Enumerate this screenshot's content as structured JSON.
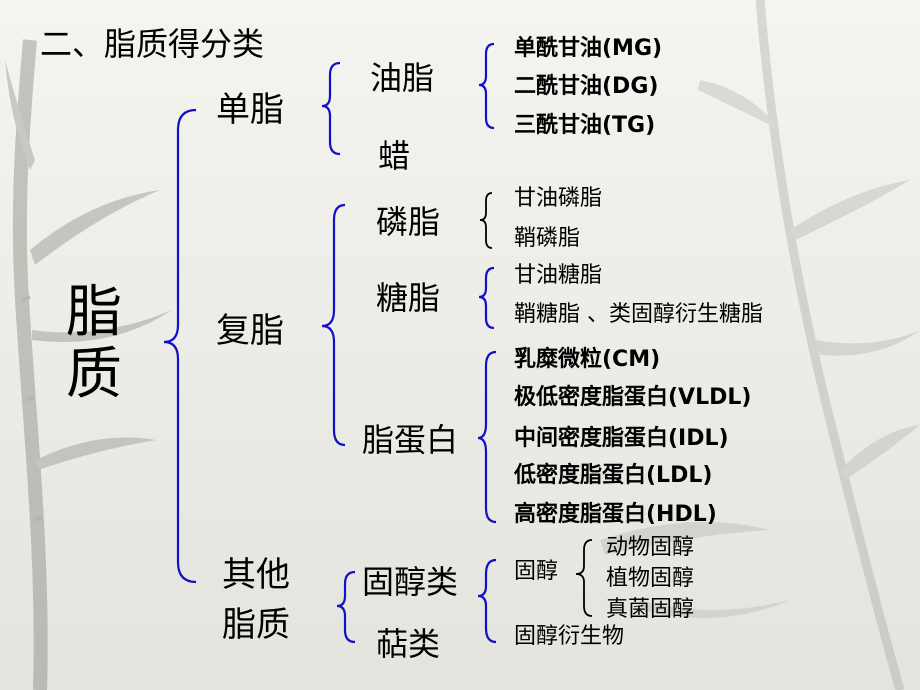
{
  "title": "二、脂质得分类",
  "root": "脂质",
  "simple_lipid": {
    "label": "单脂",
    "fat": {
      "label": "油脂",
      "items": [
        "单酰甘油(MG)",
        "二酰甘油(DG)",
        "三酰甘油(TG)"
      ]
    },
    "wax": "蜡"
  },
  "compound_lipid": {
    "label": "复脂",
    "phospholipid": {
      "label": "磷脂",
      "items": [
        "甘油磷脂",
        "鞘磷脂"
      ]
    },
    "glycolipid": {
      "label": "糖脂",
      "items": [
        "甘油糖脂",
        "鞘糖脂  、类固醇衍生糖脂"
      ]
    },
    "lipoprotein": {
      "label": "脂蛋白",
      "items": [
        "乳糜微粒(CM)",
        "极低密度脂蛋白(VLDL)",
        "中间密度脂蛋白(IDL)",
        "低密度脂蛋白(LDL)",
        "高密度脂蛋白(HDL)"
      ]
    }
  },
  "other_lipid": {
    "label_line1": "其他",
    "label_line2": "脂质",
    "steroid": {
      "label": "固醇类",
      "sterol": {
        "label": "固醇",
        "items": [
          "动物固醇",
          "植物固醇",
          "真菌固醇"
        ]
      },
      "derivative": "固醇衍生物"
    },
    "terpene": "萜类"
  }
}
